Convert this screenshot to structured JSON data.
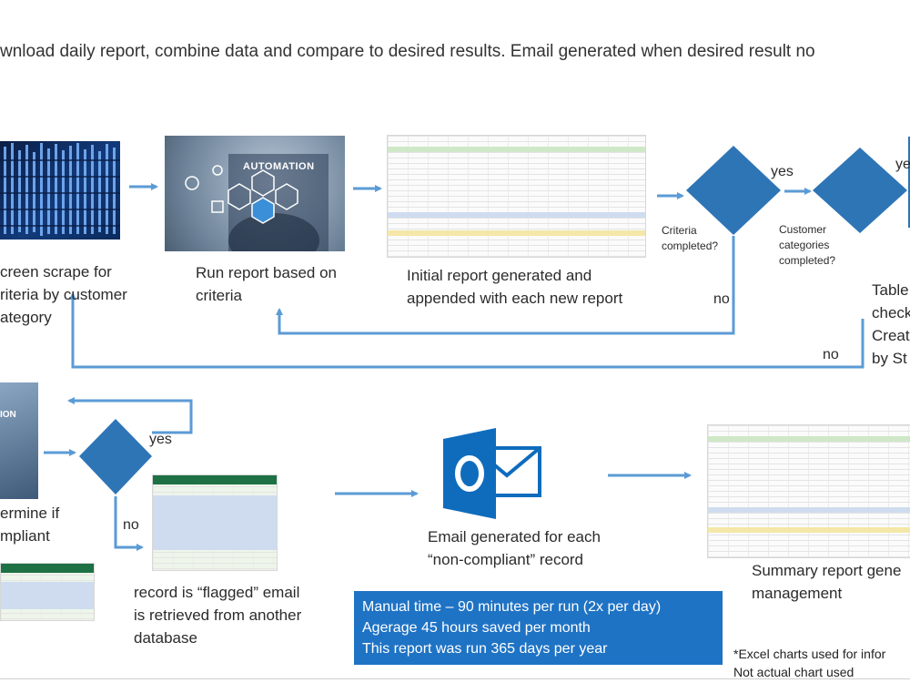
{
  "header": {
    "title": "wnload daily report, combine data and compare to desired results. Email generated when desired result no"
  },
  "steps": {
    "screen_scrape": "creen scrape for\nriteria by customer\nategory",
    "run_report": "Run report based on\ncriteria",
    "initial_report": "Initial report generated and\nappended with each new report",
    "table_check": "Table\ncheck\nCreat\nby St",
    "determine": "ermine if\nmpliant",
    "flagged": "record is “flagged” email\nis retrieved from another\ndatabase",
    "email": "Email generated for each\n“non-compliant” record",
    "summary": "Summary report gene\nmanagement"
  },
  "decisions": {
    "criteria": "Criteria\ncompleted?",
    "customer": "Customer\ncategories\ncompleted?"
  },
  "labels": {
    "yes_1": "yes",
    "yes_2": "ye",
    "no_1": "no",
    "no_2": "no",
    "yes_3": "yes",
    "no_3": "no"
  },
  "images": {
    "automation_text": "AUTOMATION",
    "automation_small": "ION"
  },
  "info_box": {
    "line1": "Manual time – 90 minutes per run (2x per day)",
    "line2": "Agerage 45 hours saved per month",
    "line3": "This report was run 365 days per year"
  },
  "footnote": {
    "text": "*Excel charts used for infor\nNot actual chart used"
  },
  "colors": {
    "arrow": "#5b9bd5",
    "diamond": "#2e75b6",
    "info_box": "#1f73c4",
    "outlook": "#0f6cbd"
  }
}
